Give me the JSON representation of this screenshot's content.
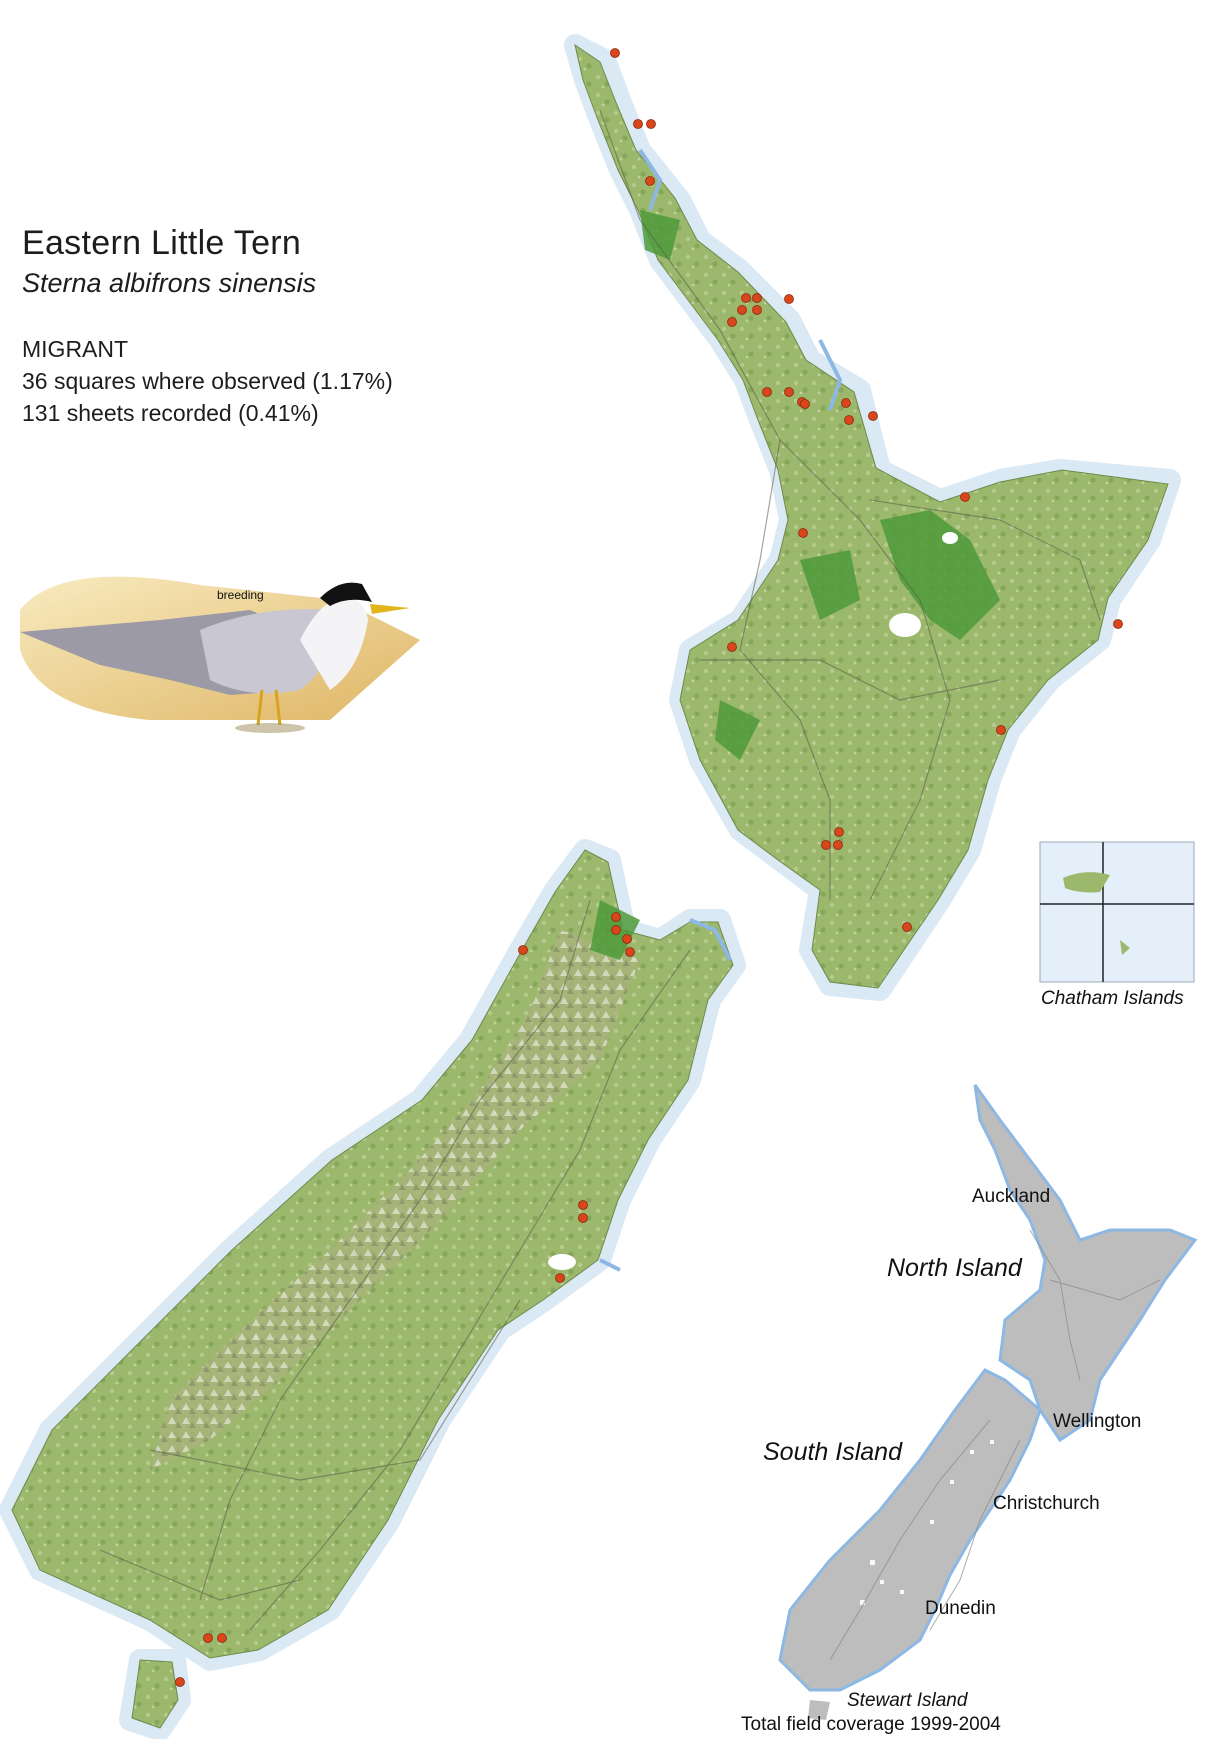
{
  "species": {
    "common_name": "Eastern Little Tern",
    "scientific_name": "Sterna albifrons sinensis",
    "status": "MIGRANT",
    "squares_observed": "36 squares where observed (1.17%)",
    "sheets_recorded": "131 sheets recorded (0.41%)"
  },
  "illustration": {
    "label": "breeding"
  },
  "inset_chatham": {
    "label": "Chatham Islands"
  },
  "coverage_map": {
    "labels": {
      "auckland": "Auckland",
      "north_island": "North Island",
      "wellington": "Wellington",
      "south_island": "South Island",
      "christchurch": "Christchurch",
      "dunedin": "Dunedin",
      "stewart_island": "Stewart Island"
    },
    "caption": "Total field coverage  1999-2004"
  },
  "colors": {
    "land": "#9cb86c",
    "forest": "#4e9a3a",
    "coast_halo": "#dbe9f5",
    "water": "#8db8e3",
    "sighting_dot": "#d9461c",
    "coverage_grey": "#bdbdbd"
  }
}
